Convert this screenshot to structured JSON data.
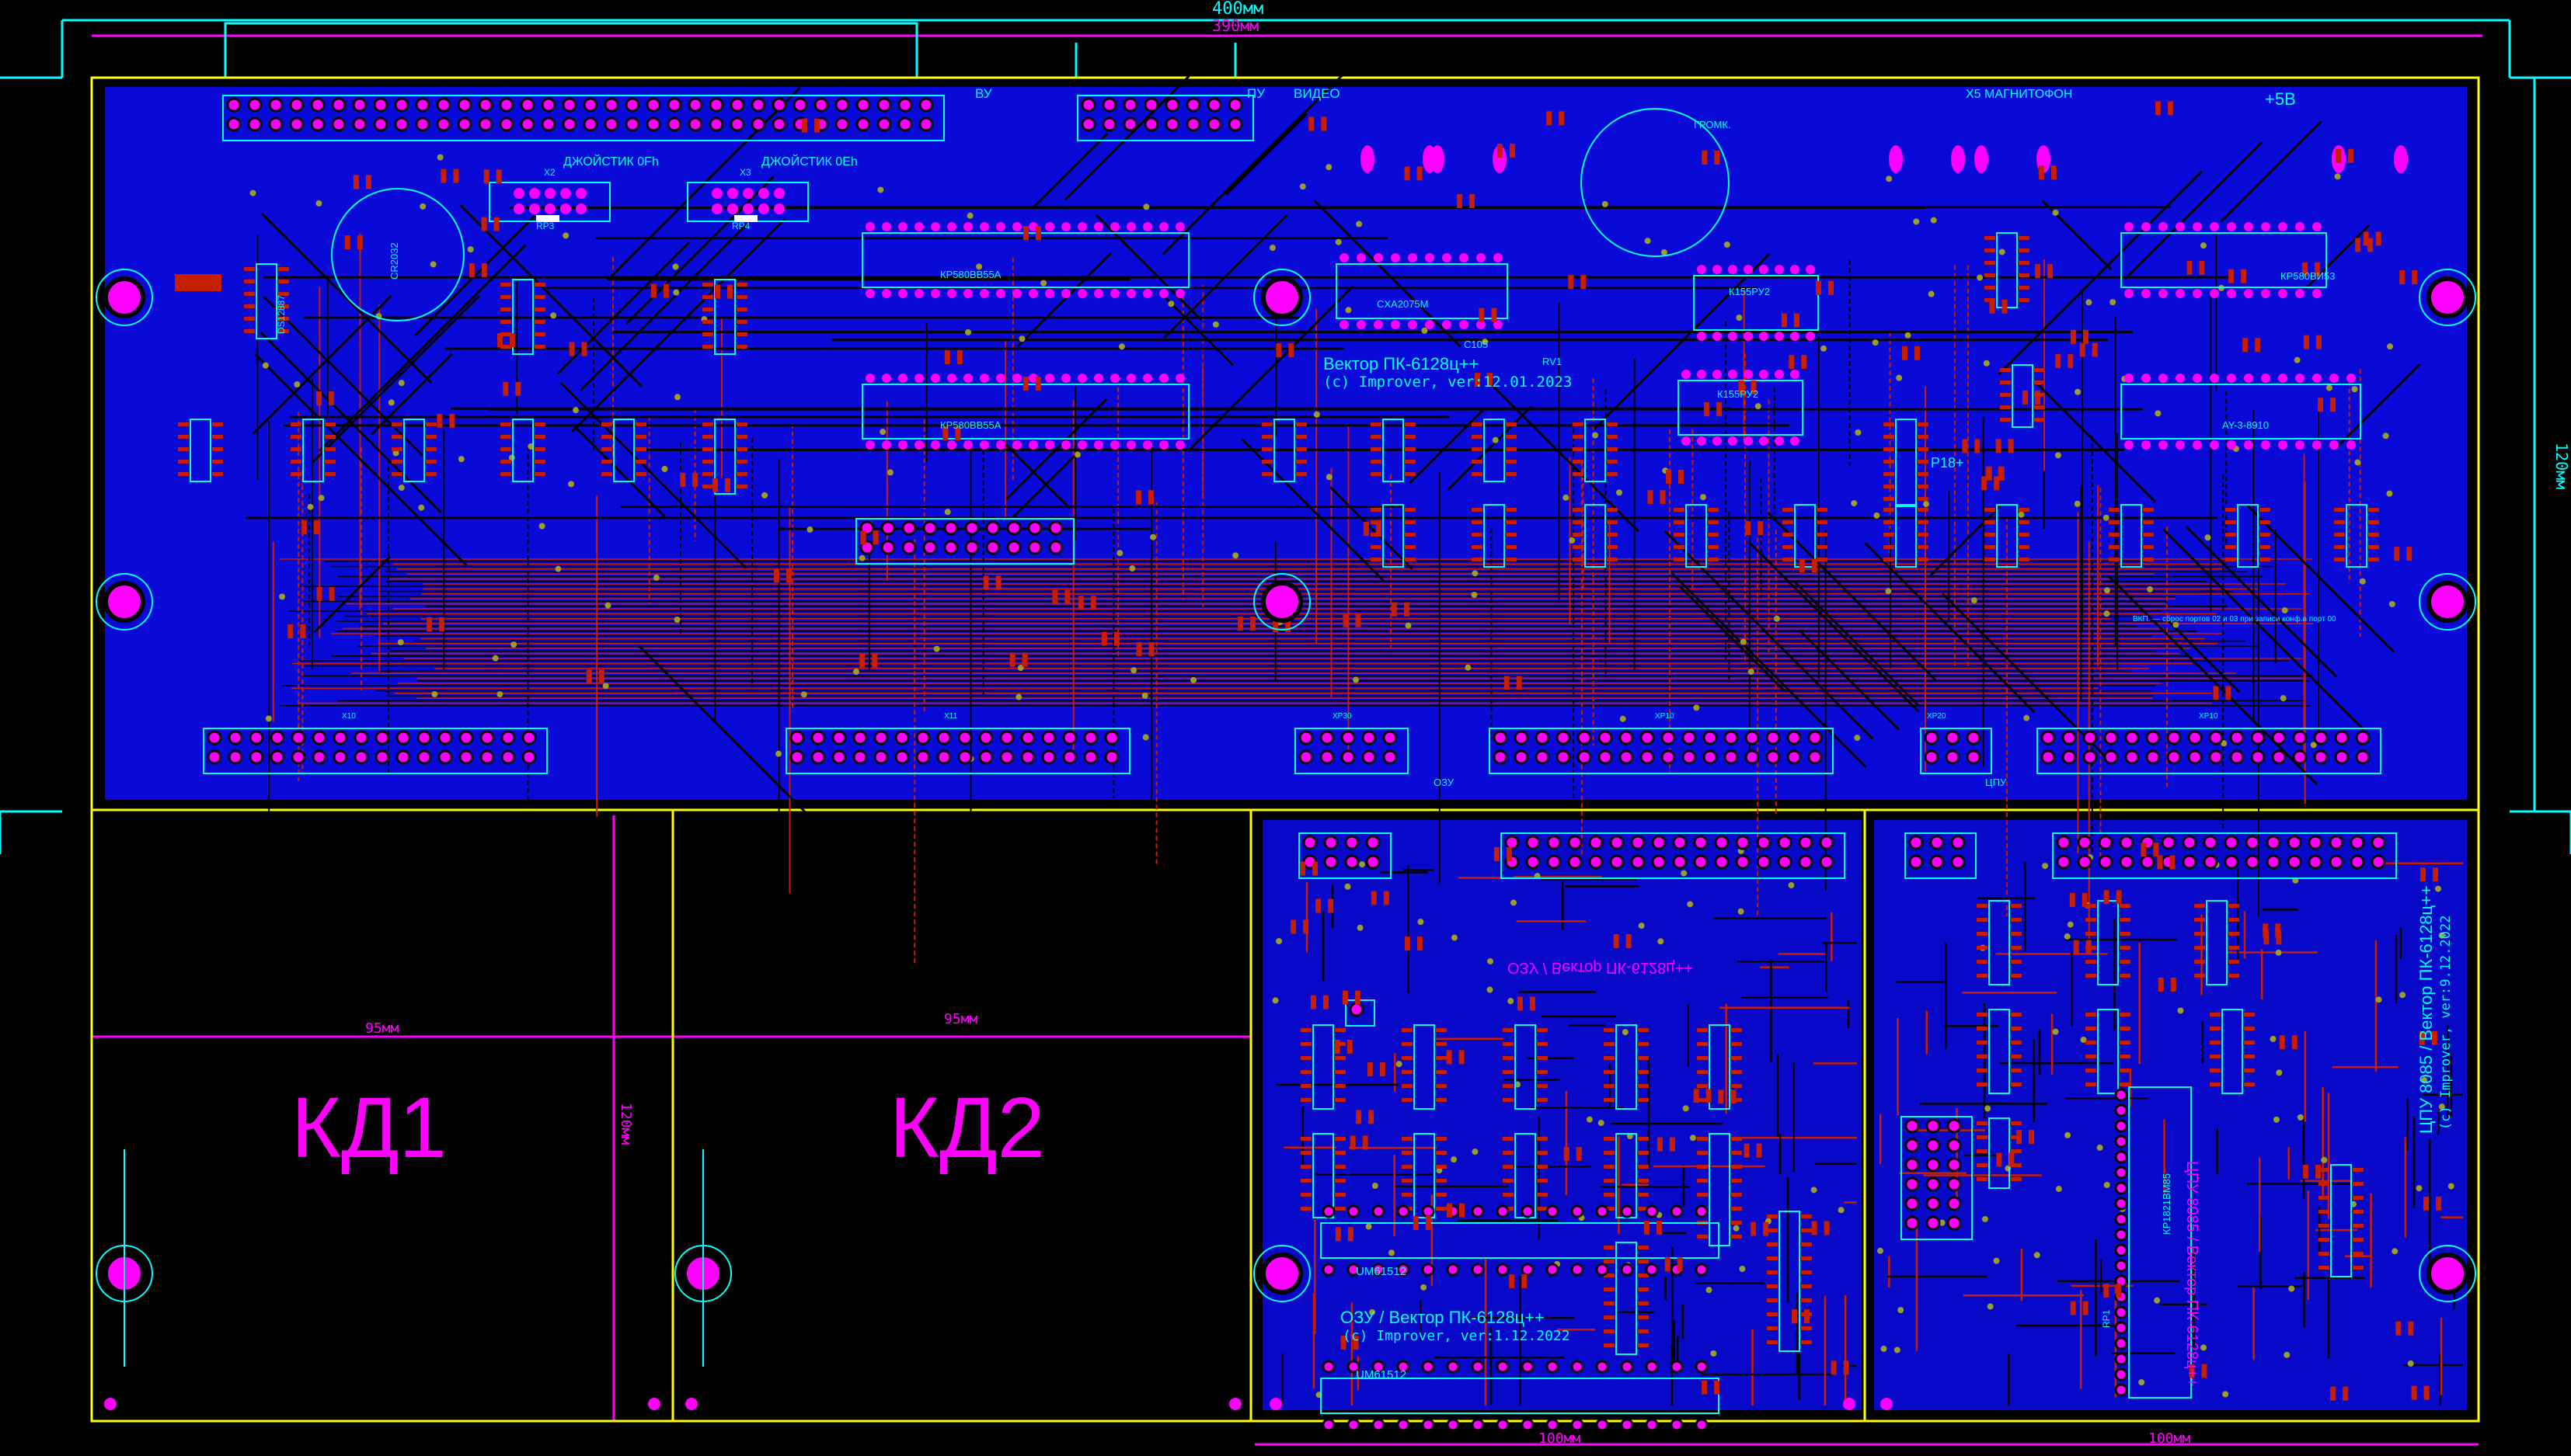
{
  "dimensions": {
    "overall_width": "400мм",
    "board_width": "390мм",
    "board_height": "120мм",
    "kd_width_1": "95мм",
    "kd_width_2": "95мм",
    "kd_height": "120мм",
    "ram_width": "100мм",
    "cpu_width": "100мм"
  },
  "main_board": {
    "title": "Вектор ПК-6128ц++",
    "credit": "(c) Improver, ver:12.01.2023",
    "note": "ВКП. — сброс портов 02 и 03 при записи конф.в порт 00",
    "connectors": {
      "vu": "ВУ",
      "pu": "ПУ",
      "video": "ВИДЕО",
      "tape": "X5 МАГНИТОФОН",
      "power": "+5В",
      "joy1": "ДЖОЙСТИК 0Fh",
      "joy2": "ДЖОЙСТИК 0Eh",
      "ram_slot": "ОЗУ",
      "cpu_slot": "ЦПУ",
      "p18": "P18+",
      "speaker": "ГРОМК.",
      "x2": "X2",
      "x3": "X3",
      "rp3": "RP3",
      "rp4": "RP4",
      "x10": "X10",
      "x11": "X11",
      "xp30": "XP30",
      "xp10a": "XP10",
      "xp20": "XP20",
      "xp10b": "XP10"
    },
    "chips": {
      "ppi1": "КР580ВВ55А",
      "ppi2": "КР580ВВ55А",
      "rtc": "DS12887",
      "battery": "CR2032",
      "video_enc": "CXA2075M",
      "ram1": "К155РУ2",
      "ram2": "К155РУ2",
      "timer": "КР580ВИ53",
      "sound": "AY-3-8910",
      "rv1": "RV1",
      "c105": "C105"
    }
  },
  "kd_areas": {
    "kd1": "КД1",
    "kd2": "КД2"
  },
  "ram_board": {
    "title": "ОЗУ / Вектор ПК-6128ц++",
    "credit": "(c) Improver, ver:1.12.2022",
    "mirror_title": "ОЗУ / Вектор ПК-6128ц++",
    "chip1": "UM61512",
    "chip2": "UM61512"
  },
  "cpu_board": {
    "title": "ЦПУ 8085 / Вектор ПК-6128ц++",
    "credit": "(c) Improver, ver:9.12.2022",
    "mirror_title": "ЦПУ 8085 / Вектор ПК-6128ц++",
    "cpu_chip": "КР1821ВМ85",
    "rp1": "RP1"
  },
  "colors": {
    "board": "#0a0ad8",
    "top_copper": "#c81e00",
    "pads": "#ff00ff",
    "silkscreen": "#00ffff",
    "outline": "#ffff00",
    "vias": "#9c9c28"
  }
}
